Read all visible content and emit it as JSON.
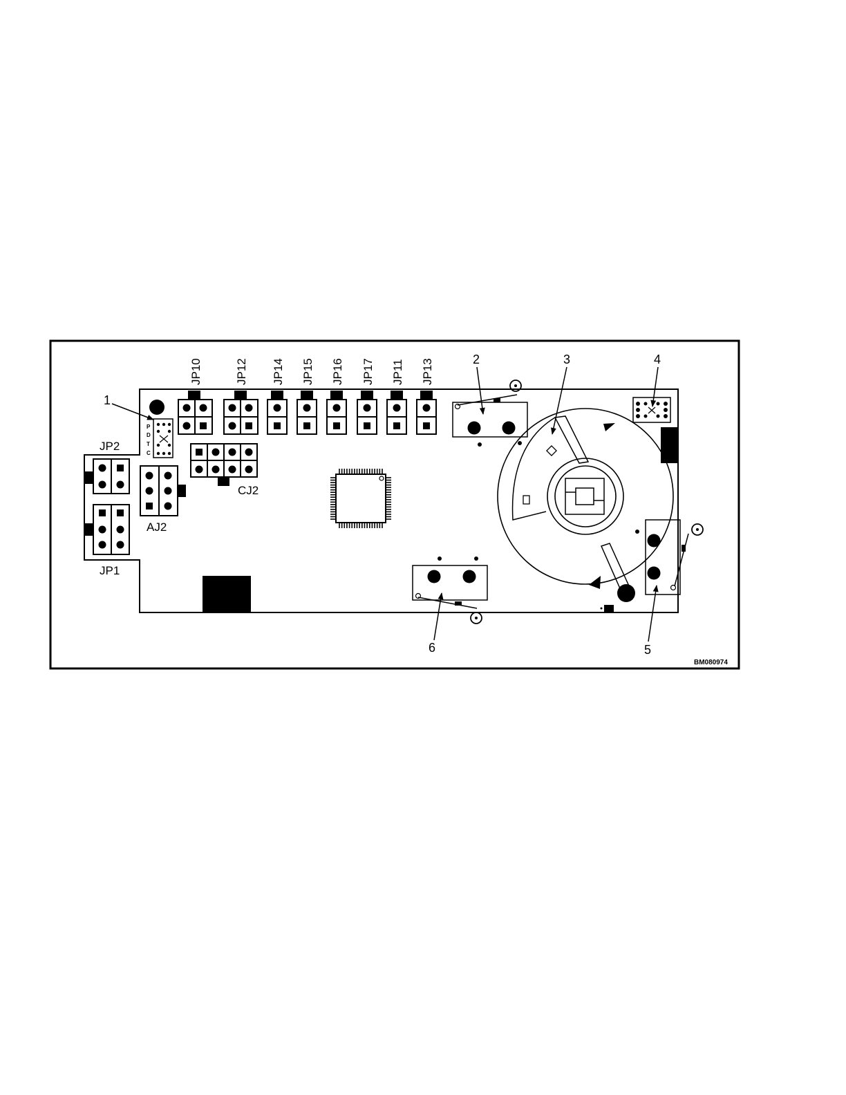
{
  "figure_id": "BM080974",
  "callouts": [
    "1",
    "2",
    "3",
    "4",
    "5",
    "6"
  ],
  "top_jumpers": [
    "JP10",
    "JP12",
    "JP14",
    "JP15",
    "JP16",
    "JP17",
    "JP11",
    "JP13"
  ],
  "side_jumpers": {
    "jp2": "JP2",
    "jp1": "JP1",
    "aj2": "AJ2",
    "cj2": "CJ2"
  },
  "program_header_pins": [
    "P",
    "D",
    "T",
    "C"
  ]
}
